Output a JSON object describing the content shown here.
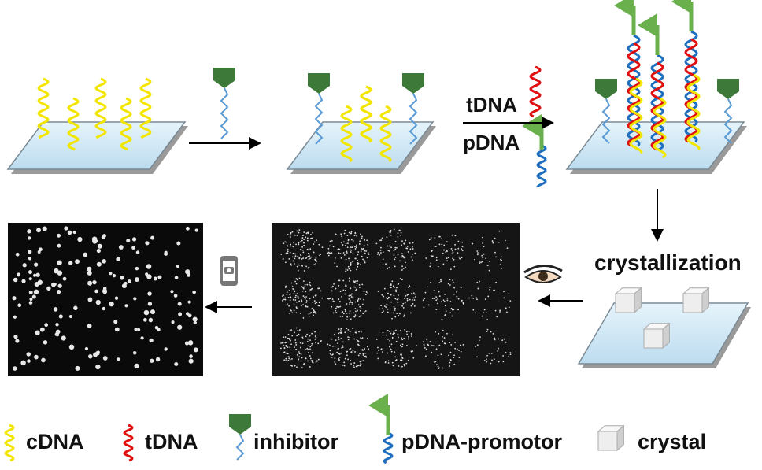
{
  "labels": {
    "tdna": "tDNA",
    "pdna": "pDNA",
    "crystallization": "crystallization"
  },
  "legend": [
    {
      "label": "cDNA",
      "color": "#f2e600"
    },
    {
      "label": "tDNA",
      "color": "#e01010"
    },
    {
      "label": "inhibitor",
      "color": "#3a7a3a"
    },
    {
      "label": "pDNA-promotor",
      "color": "#1f6fc0"
    },
    {
      "label": "crystal",
      "color": "#e8e8e8"
    }
  ],
  "colors": {
    "slide": "#d6ecf7",
    "cdna": "#f2e600",
    "tdna": "#e01010",
    "pdna": "#1f6fc0",
    "promotor": "#6ab04c",
    "inhibitor": "#3d7a3a",
    "inhibitor_line": "#5b9bd5"
  }
}
